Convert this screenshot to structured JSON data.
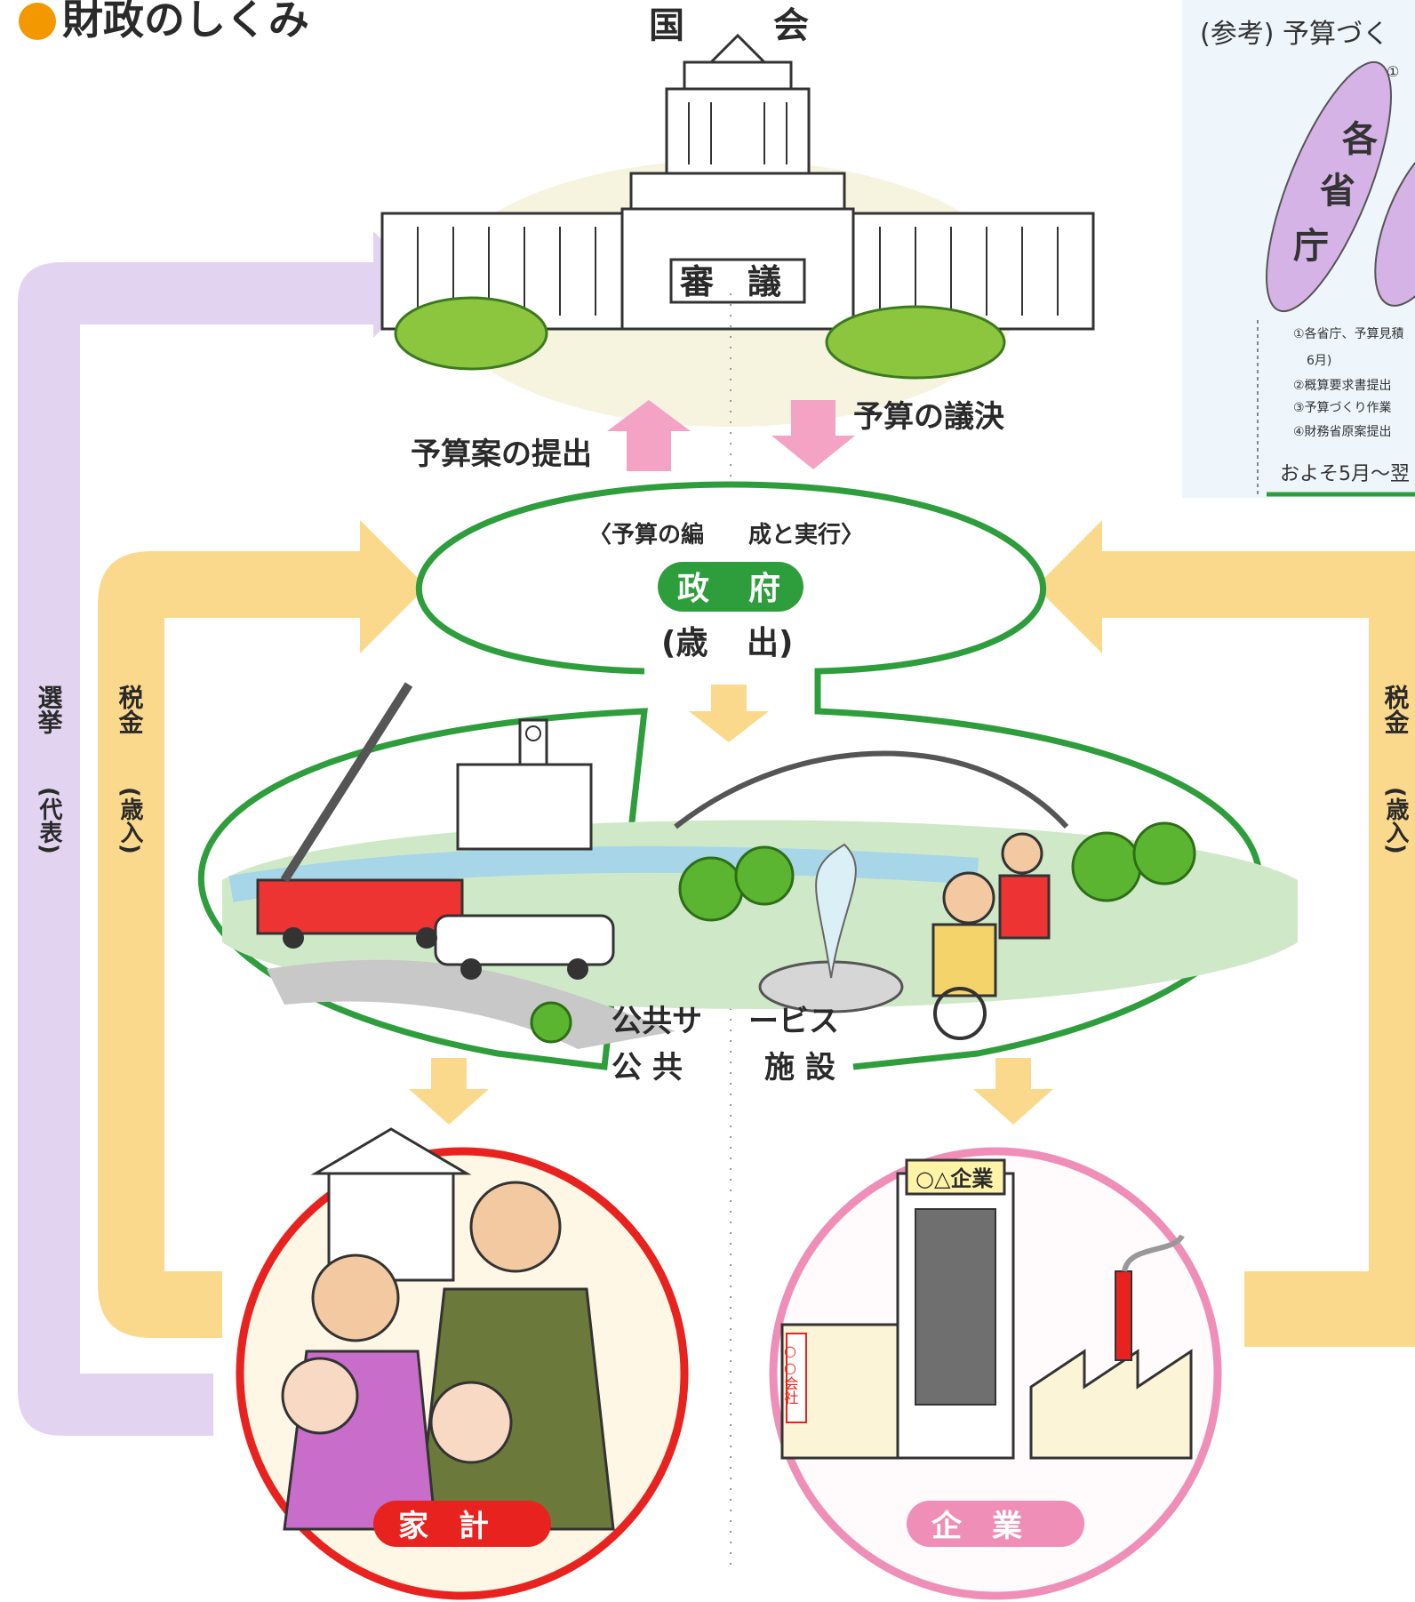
{
  "header": {
    "bullet_color": "#f39800",
    "title": "財政のしくみ"
  },
  "diet": {
    "title_left": "国",
    "title_right": "会",
    "deliberation": "審　議"
  },
  "flows": {
    "budget_submission": "予算案の提出",
    "budget_resolution": "予算の議決"
  },
  "government": {
    "subtitle_left": "〈予算の編",
    "subtitle_right": "成と実行〉",
    "name_left": "政",
    "name_right": "府",
    "expenditure_left": "(歳",
    "expenditure_right": "出)"
  },
  "public": {
    "services_left": "公共サ",
    "services_right": "ービス",
    "facilities_left": "公 共",
    "facilities_right": "施 設"
  },
  "side_labels": {
    "election": "選挙",
    "election_paren": "(代表)",
    "tax_left": "税金",
    "tax_left_paren": "(歳入)",
    "tax_right": "税金",
    "tax_right_paren": "(歳入)"
  },
  "household": {
    "label": "家　計"
  },
  "business": {
    "label": "企　業",
    "building_sign": "○△企業",
    "side_sign": "○○会社"
  },
  "reference": {
    "title": "(参考) 予算づく",
    "circle_num": "①",
    "agency_chars": [
      "各",
      "省",
      "庁"
    ],
    "steps": [
      "①各省庁、予算見積",
      "6月)",
      "②概算要求書提出",
      "③予算づくり作業",
      "④財務省原案提出"
    ],
    "period": "およそ5月〜翌"
  },
  "colors": {
    "election_arrow": "#e2d3f0",
    "tax_arrow": "#fbd98c",
    "government_outline": "#2e9e3c",
    "household_ring": "#e8231f",
    "business_ring": "#ef8fb8",
    "diet_arrow": "#f4a3c5"
  }
}
